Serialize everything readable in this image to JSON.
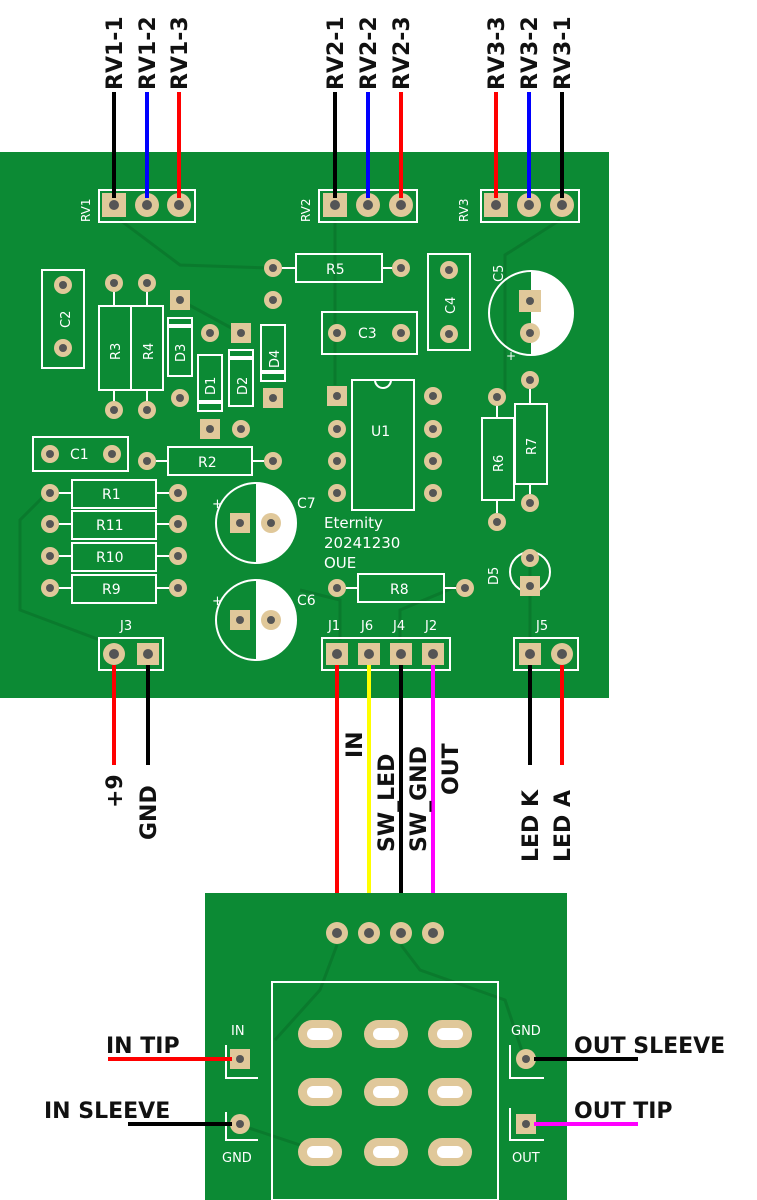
{
  "wire_labels": {
    "rv1_1": "RV1-1",
    "rv1_2": "RV1-2",
    "rv1_3": "RV1-3",
    "rv2_1": "RV2-1",
    "rv2_2": "RV2-2",
    "rv2_3": "RV2-3",
    "rv3_3": "RV3-3",
    "rv3_2": "RV3-2",
    "rv3_1": "RV3-1",
    "plus9": "+9",
    "gnd": "GND",
    "in": "IN",
    "sw_led": "SW_LED",
    "sw_gnd": "SW_GND",
    "out": "OUT",
    "led_k": "LED K",
    "led_a": "LED A",
    "in_tip": "IN TIP",
    "in_sleeve": "IN SLEEVE",
    "out_sleeve": "OUT SLEEVE",
    "out_tip": "OUT TIP"
  },
  "silkscreen": {
    "rv1": "RV1",
    "rv2": "RV2",
    "rv3": "RV3",
    "c1": "C1",
    "c2": "C2",
    "c3": "C3",
    "c4": "C4",
    "c5": "C5",
    "c6": "C6",
    "c7": "C7",
    "r1": "R1",
    "r2": "R2",
    "r3": "R3",
    "r4": "R4",
    "r5": "R5",
    "r6": "R6",
    "r7": "R7",
    "r8": "R8",
    "r9": "R9",
    "r10": "R10",
    "r11": "R11",
    "d1": "D1",
    "d2": "D2",
    "d3": "D3",
    "d4": "D4",
    "d5": "D5",
    "u1": "U1",
    "j1": "J1",
    "j2": "J2",
    "j3": "J3",
    "j4": "J4",
    "j5": "J5",
    "j6": "J6",
    "board_line1": "Eternity",
    "board_line2": "20241230",
    "board_line3": "OUE",
    "jack_in": "IN",
    "jack_gnd_left": "GND",
    "jack_gnd_right": "GND",
    "jack_out": "OUT",
    "plus": "+"
  },
  "colors": {
    "board": "#0c8a34",
    "copper_ring": "#e0c89a",
    "wire_black": "#000000",
    "wire_blue": "#0000ff",
    "wire_red": "#ff0000",
    "wire_yellow": "#ffff00",
    "wire_magenta": "#ff00ff"
  }
}
